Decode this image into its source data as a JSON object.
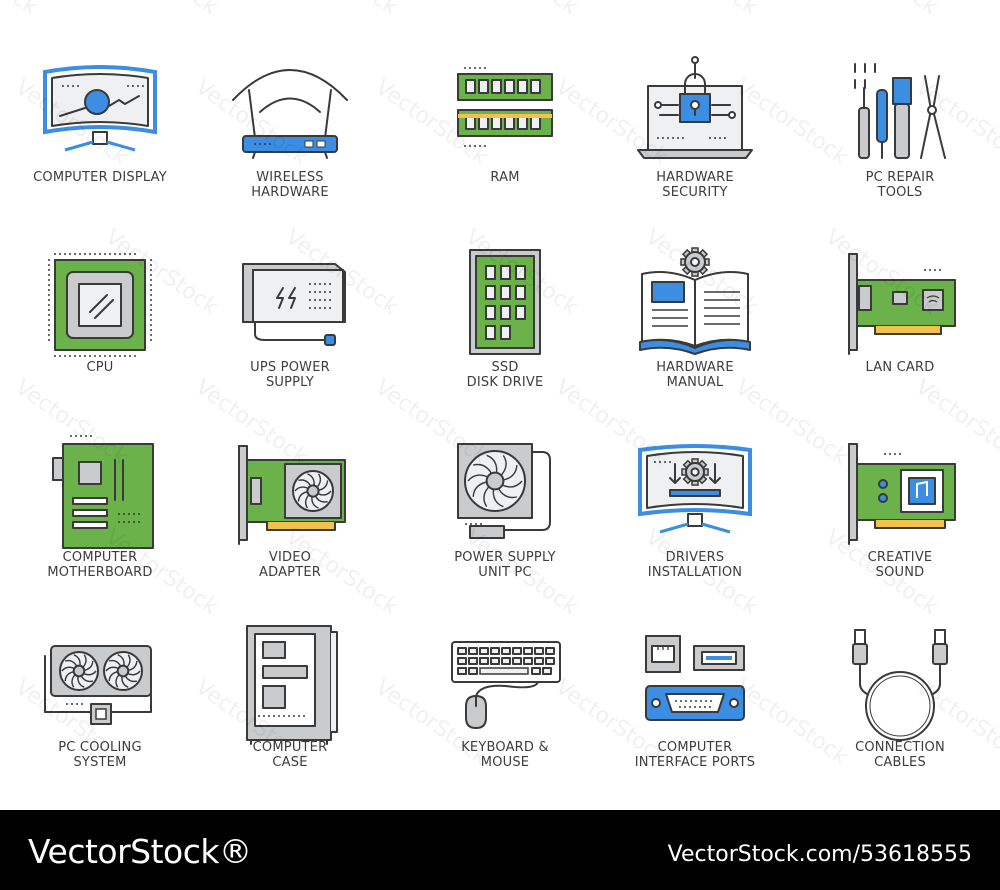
{
  "icons": [
    {
      "label": "COMPUTER DISPLAY",
      "icon": "monitor-icon"
    },
    {
      "label": "WIRELESS\nHARDWARE",
      "icon": "router-icon"
    },
    {
      "label": "RAM",
      "icon": "ram-icon"
    },
    {
      "label": "HARDWARE\nSECURITY",
      "icon": "laptop-lock-icon"
    },
    {
      "label": "PC REPAIR\nTOOLS",
      "icon": "tools-icon"
    },
    {
      "label": "CPU",
      "icon": "cpu-icon"
    },
    {
      "label": "UPS POWER\nSUPPLY",
      "icon": "ups-icon"
    },
    {
      "label": "SSD\nDISK DRIVE",
      "icon": "ssd-icon"
    },
    {
      "label": "HARDWARE\nMANUAL",
      "icon": "manual-book-icon"
    },
    {
      "label": "LAN CARD",
      "icon": "lan-card-icon"
    },
    {
      "label": "COMPUTER\nMOTHERBOARD",
      "icon": "motherboard-icon"
    },
    {
      "label": "VIDEO\nADAPTER",
      "icon": "video-card-icon"
    },
    {
      "label": "POWER SUPPLY\nUNIT PC",
      "icon": "psu-icon"
    },
    {
      "label": "DRIVERS\nINSTALLATION",
      "icon": "drivers-monitor-icon"
    },
    {
      "label": "CREATIVE\nSOUND",
      "icon": "sound-card-icon"
    },
    {
      "label": "PC COOLING\nSYSTEM",
      "icon": "cooling-icon"
    },
    {
      "label": "COMPUTER\nCASE",
      "icon": "computer-case-icon"
    },
    {
      "label": "KEYBOARD &\nMOUSE",
      "icon": "keyboard-mouse-icon"
    },
    {
      "label": "COMPUTER\nINTERFACE PORTS",
      "icon": "ports-icon"
    },
    {
      "label": "CONNECTION\nCABLES",
      "icon": "usb-cable-icon"
    }
  ],
  "footer": {
    "brand": "VectorStock®",
    "stock_id": "VectorStock.com/53618555"
  },
  "watermark_text": "VectorStock",
  "colors": {
    "line": "#3a3a3a",
    "blue": "#3c8ee3",
    "green": "#6bb24a",
    "gray": "#c9cbcd",
    "light": "#eef0f2",
    "footer_bg": "#000000"
  }
}
